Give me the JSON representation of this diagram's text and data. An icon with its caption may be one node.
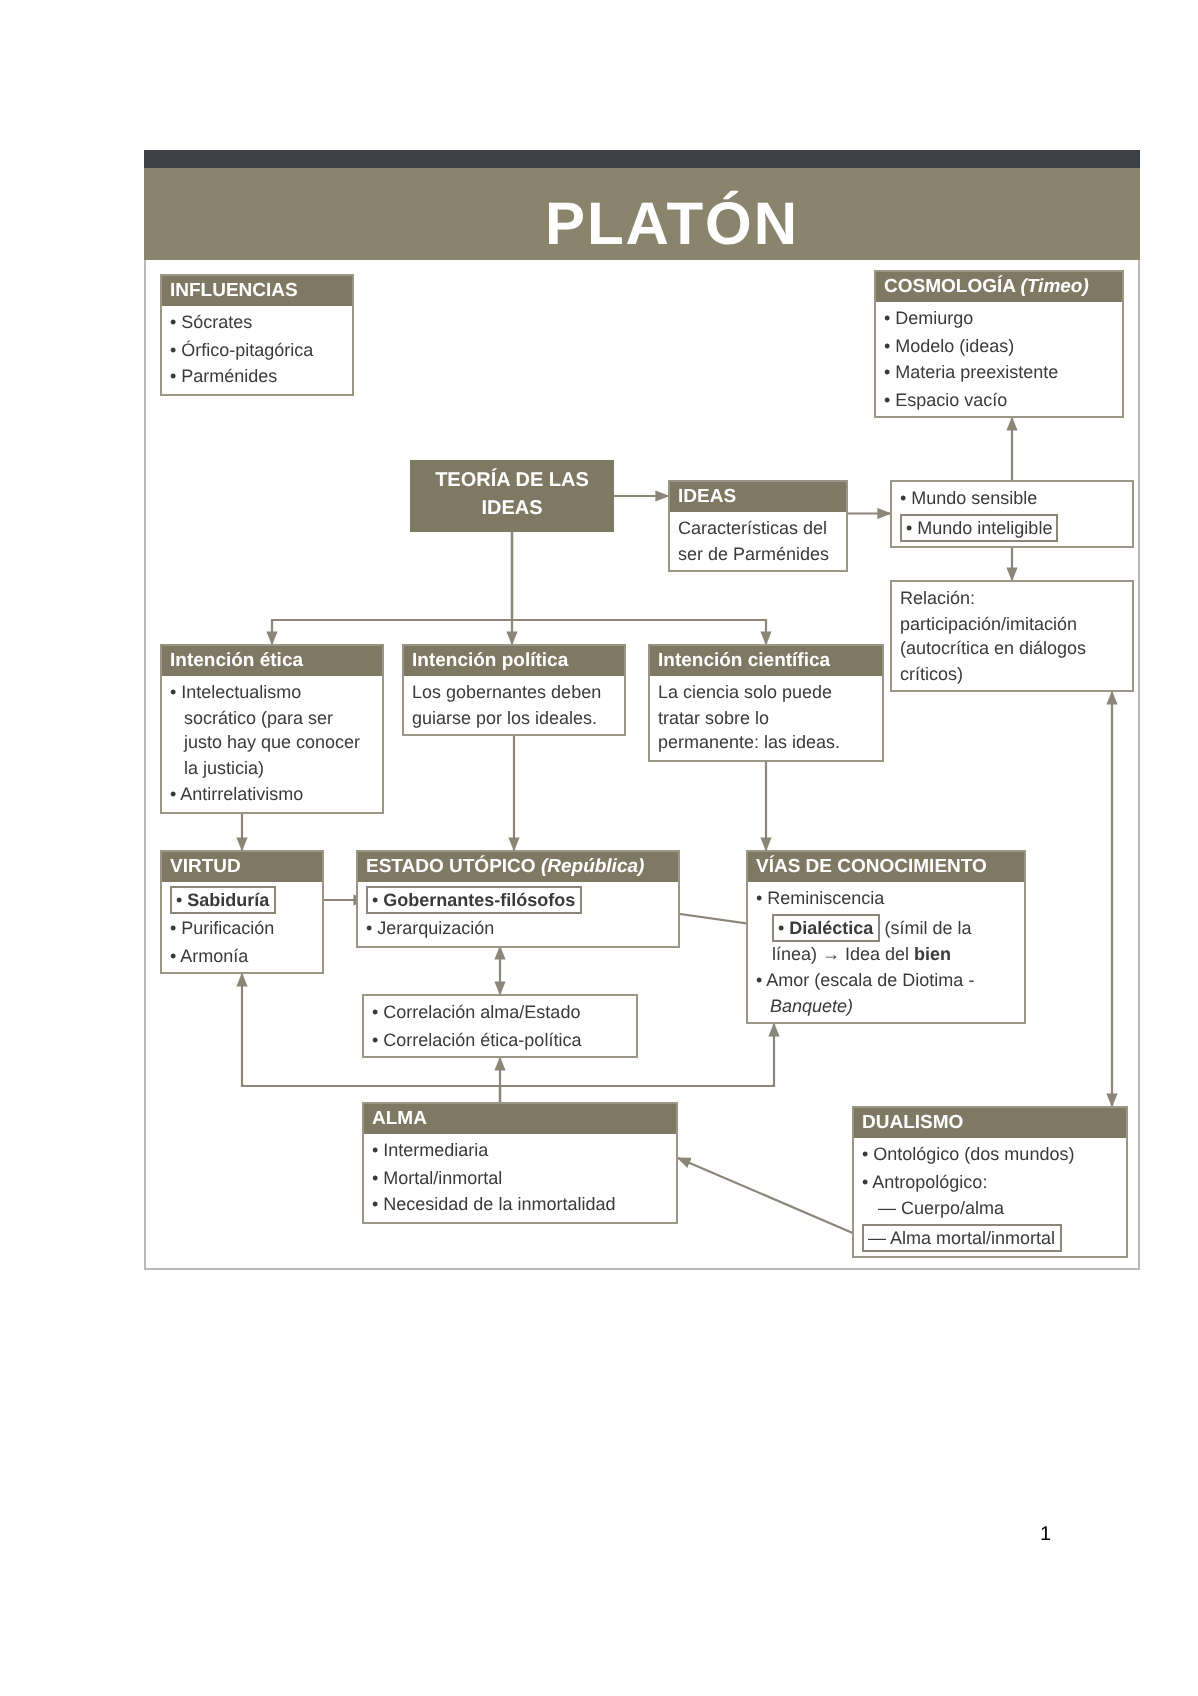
{
  "diagram": {
    "title": "PLATÓN",
    "nodes": [
      {
        "text": [
          "INFLUENCIAS",
          "• Sócrates",
          "• Órfico-pitagórica",
          "• Parménides"
        ]
      },
      {
        "text": [
          "COSMOLOGÍA *(Timeo)*",
          "• Demiurgo",
          "• Modelo (ideas)",
          "• Materia preexistente",
          "• Espacio vacío"
        ]
      },
      {
        "text": [
          "TEORÍA DE LAS IDEAS"
        ]
      },
      {
        "text": [
          "IDEAS",
          "Características del ser de Parménides"
        ]
      },
      {
        "text": [
          "• Mundo sensible"
        ]
      },
      {
        "text": [
          "• Mundo inteligible"
        ],
        "in": 4
      },
      {
        "text": [
          "Relación: participación/imitación (autocrítica en diálogos críticos)"
        ]
      },
      {
        "text": [
          "Intención ética",
          "• Intelectualismo socrático (para ser justo hay que conocer la justicia)",
          "• Antirrelativismo"
        ]
      },
      {
        "text": [
          "Intención política",
          "Los gobernantes deben guiarse por los ideales."
        ]
      },
      {
        "text": [
          "Intención científica",
          "La ciencia solo puede tratar sobre lo permanente: las ideas."
        ]
      },
      {
        "text": [
          "VIRTUD",
          "• Purificación",
          "• Armonía"
        ]
      },
      {
        "text": [
          "• **Sabiduría**"
        ],
        "in": 10
      },
      {
        "text": [
          "ESTADO UTÓPICO *(República)*",
          "• Jerarquización"
        ]
      },
      {
        "text": [
          "• **Gobernantes-filósofos**"
        ],
        "in": 12
      },
      {
        "text": [
          "VÍAS DE CONOCIMIENTO",
          "• Reminiscencia",
          "(símil de la línea) → Idea del **bien**",
          "• Amor (escala de Diotima - *Banquete)*"
        ]
      },
      {
        "text": [
          "• **Dialéctica**"
        ],
        "in": 14
      },
      {
        "text": [
          "• Correlación alma/Estado",
          "• Correlación ética-política"
        ]
      },
      {
        "text": [
          "ALMA",
          "• Intermediaria",
          "• Mortal/inmortal",
          "• Necesidad de la inmortalidad"
        ]
      },
      {
        "text": [
          "DUALISMO",
          "• Ontológico (dos mundos)",
          "• Antropológico:",
          "— Cuerpo/alma"
        ]
      },
      {
        "text": [
          "— Alma mortal/inmortal"
        ],
        "in": 18
      }
    ],
    "edges": [
      {
        "from": 2,
        "to": 3,
        "arrow": "to"
      },
      {
        "from": 3,
        "to": 4,
        "arrow": "to"
      },
      {
        "from": 4,
        "to": 1,
        "arrow": "to"
      },
      {
        "from": 4,
        "to": 6,
        "arrow": "to"
      },
      {
        "from": 2,
        "to": 7,
        "arrow": "to"
      },
      {
        "from": 2,
        "to": 8,
        "arrow": "to"
      },
      {
        "from": 2,
        "to": 9,
        "arrow": "to"
      },
      {
        "from": 7,
        "to": 10,
        "arrow": "to"
      },
      {
        "from": 8,
        "to": 12,
        "arrow": "to"
      },
      {
        "from": 9,
        "to": 14,
        "arrow": "to"
      },
      {
        "from": 11,
        "to": 13,
        "arrow": "both"
      },
      {
        "from": 15,
        "to": 13,
        "arrow": "both"
      },
      {
        "from": 12,
        "to": 16,
        "arrow": "both"
      },
      {
        "from": 17,
        "to": 16,
        "arrow": "to"
      },
      {
        "from": 17,
        "to": 10,
        "arrow": "to"
      },
      {
        "from": 17,
        "to": 14,
        "arrow": "to"
      },
      {
        "from": 6,
        "to": 18,
        "arrow": "both"
      },
      {
        "from": 19,
        "to": 17,
        "arrow": "to"
      }
    ],
    "labels": [
      "1"
    ]
  }
}
